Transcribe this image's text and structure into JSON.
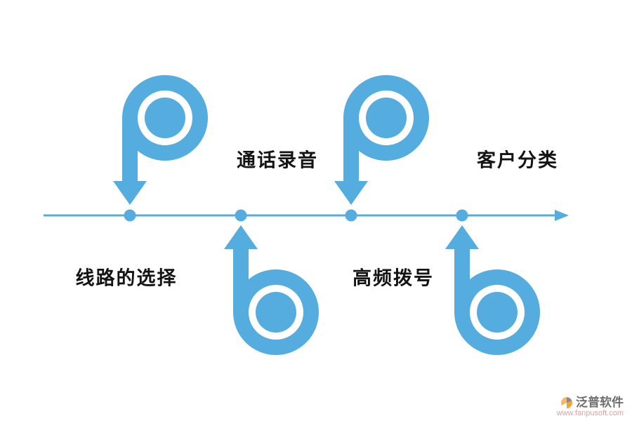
{
  "colors": {
    "accent": "#55ACDF",
    "text": "#141414",
    "brandtext": "#6e6e6e",
    "brandurl": "#e39f9f",
    "brandorange": "#f2a23c",
    "brandgray": "#8a8a8a"
  },
  "timeline": {
    "direction": "left-to-right",
    "items": [
      {
        "label": "线路的选择",
        "label_side": "below",
        "arrow_side": "above",
        "arrow_icon": "spiral-arrow-down"
      },
      {
        "label": "通话录音",
        "label_side": "above",
        "arrow_side": "below",
        "arrow_icon": "spiral-arrow-up"
      },
      {
        "label": "高频拨号",
        "label_side": "below",
        "arrow_side": "above",
        "arrow_icon": "spiral-arrow-down"
      },
      {
        "label": "客户分类",
        "label_side": "above",
        "arrow_side": "below",
        "arrow_icon": "spiral-arrow-up"
      }
    ]
  },
  "watermark": {
    "brand": "泛普软件",
    "url": "www.fanpusoft.com"
  }
}
